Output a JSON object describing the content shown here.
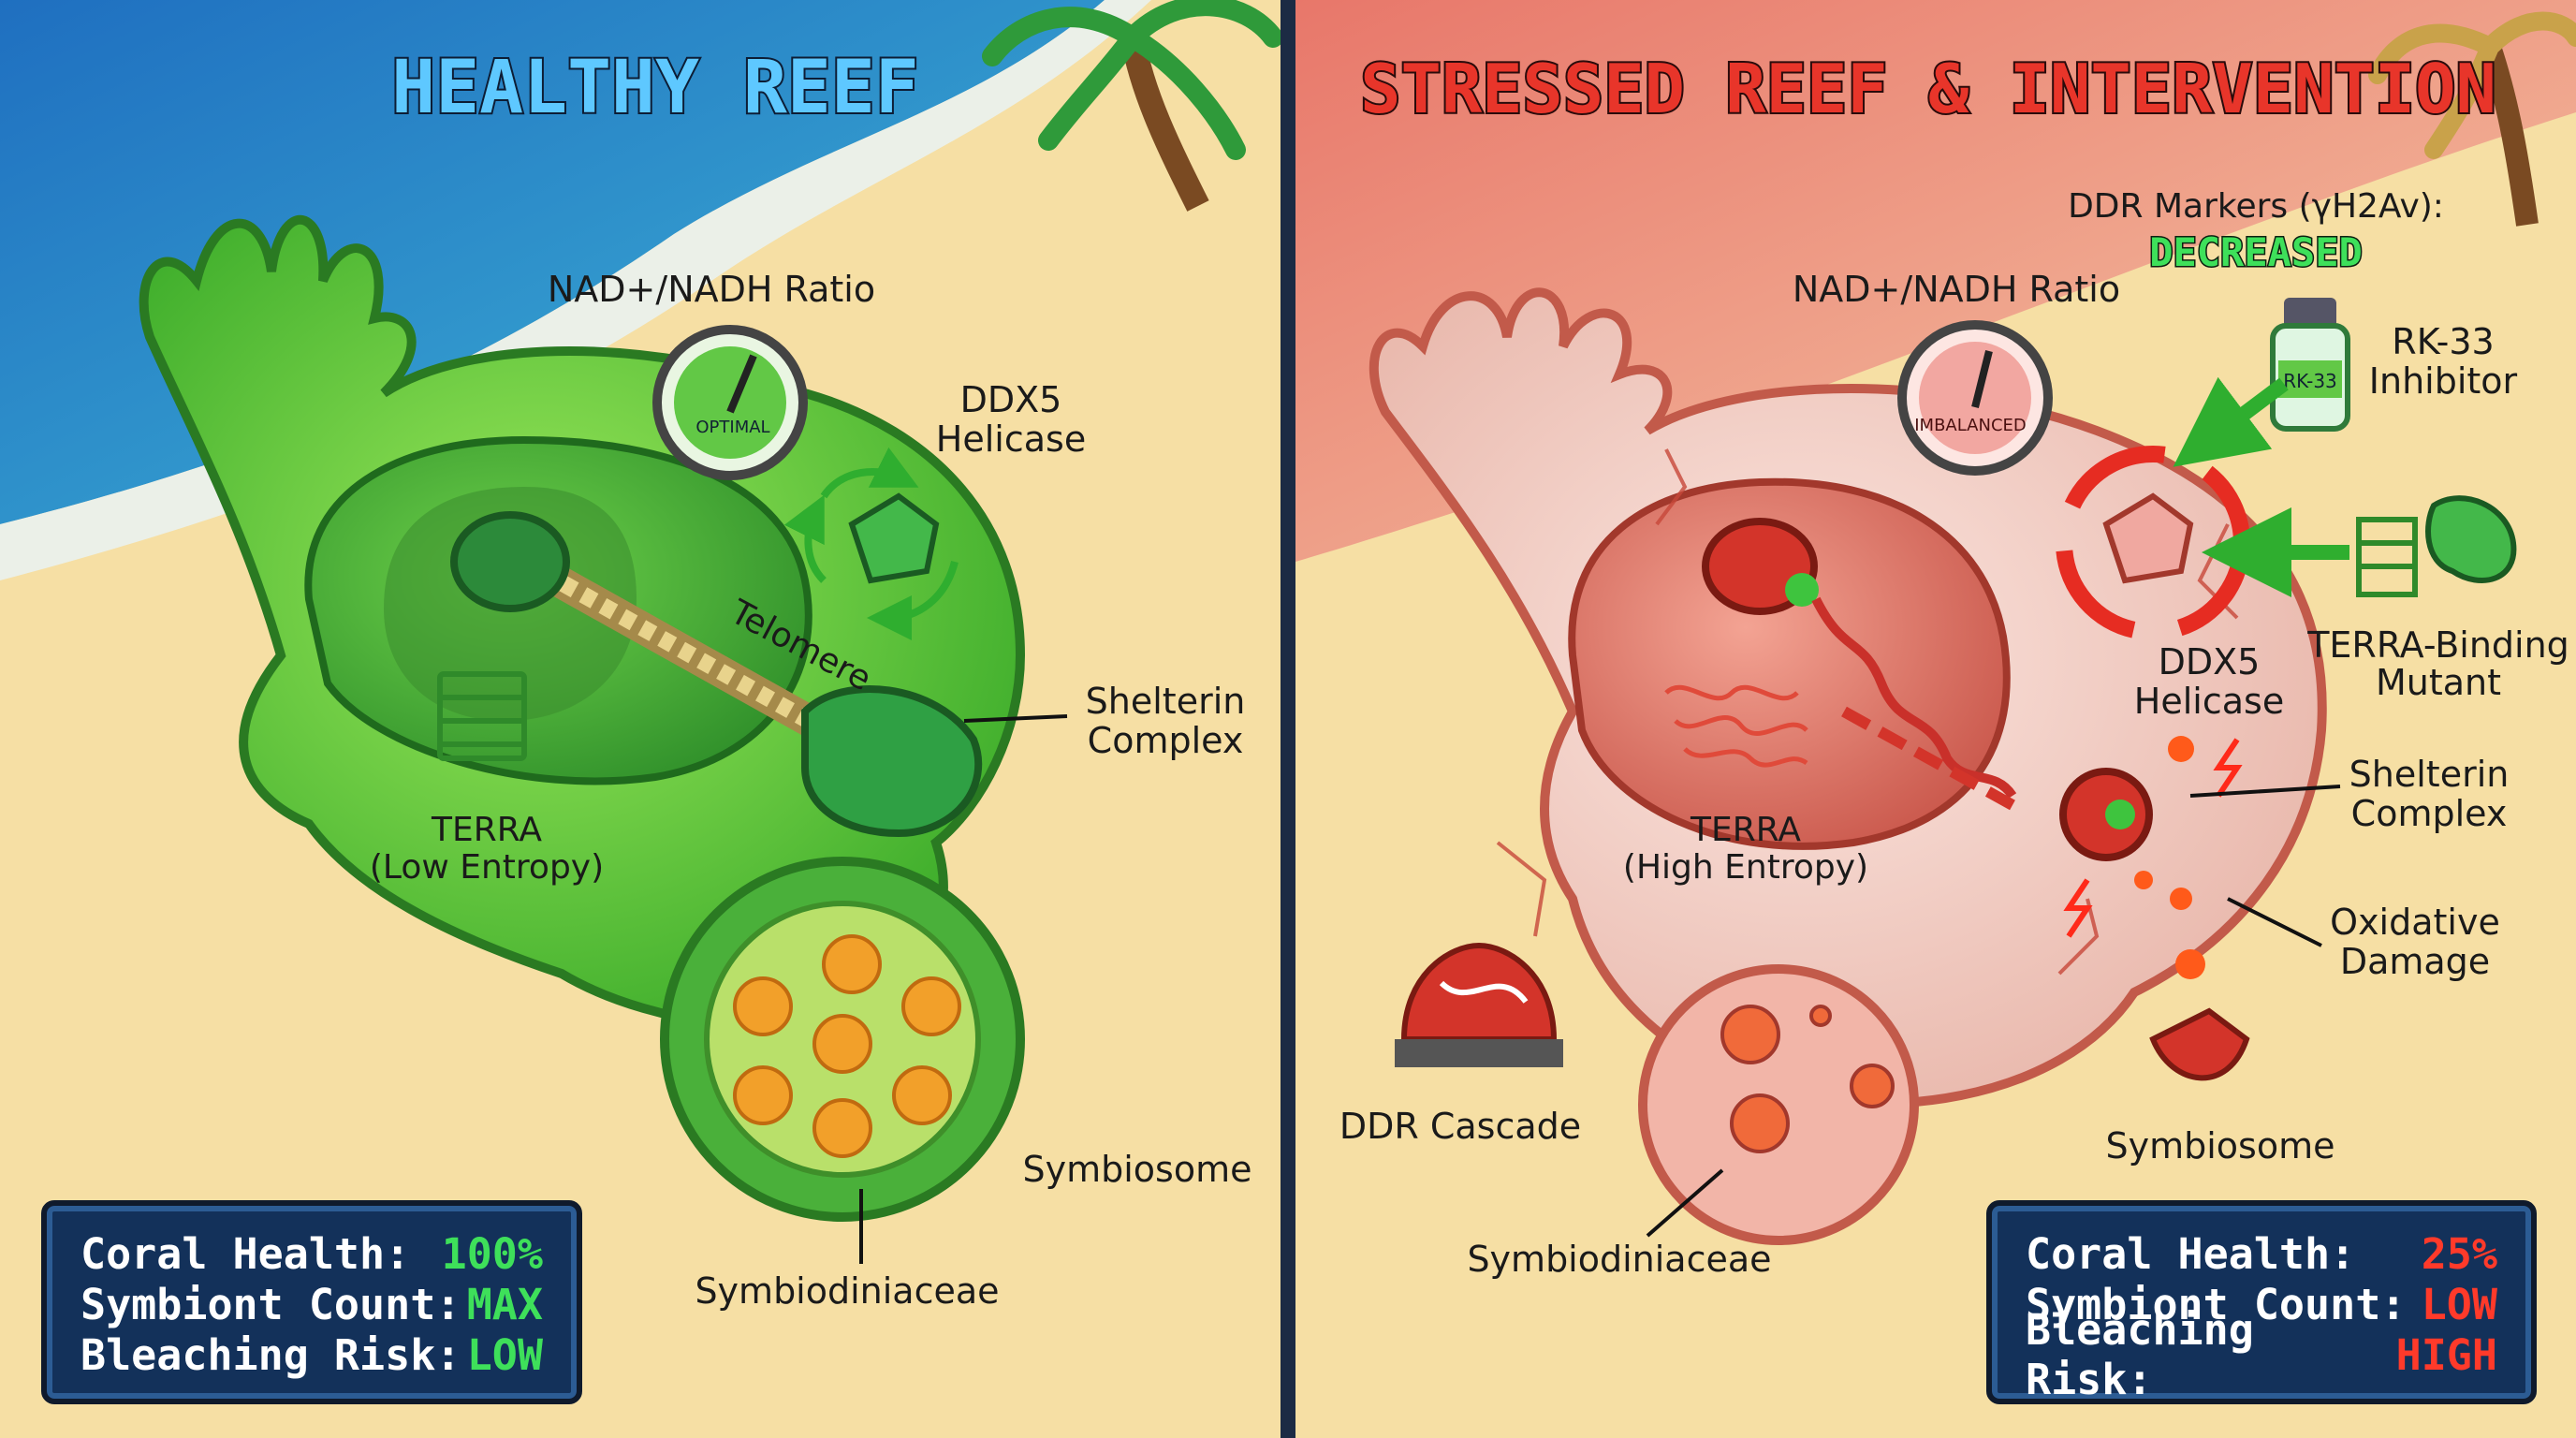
{
  "left_panel": {
    "title": "HEALTHY REEF",
    "labels": {
      "nad_ratio": "NAD+/NADH Ratio",
      "gauge": "OPTIMAL",
      "ddx5": [
        "DDX5",
        "Helicase"
      ],
      "telomere": "Telomere",
      "shelterin": [
        "Shelterin",
        "Complex"
      ],
      "terra": [
        "TERRA",
        "(Low Entropy)"
      ],
      "symbiosome": "Symbiosome",
      "symbiodiniaceae": "Symbiodiniaceae"
    },
    "stats": [
      {
        "key": "Coral Health:",
        "value": "100%"
      },
      {
        "key": "Symbiont Count:",
        "value": "MAX"
      },
      {
        "key": "Bleaching Risk:",
        "value": "LOW"
      }
    ],
    "colors": {
      "value": "#3ee05a",
      "title": "#5ec8ff"
    }
  },
  "right_panel": {
    "title": "STRESSED REEF & INTERVENTION",
    "labels": {
      "ddr_markers": "DDR Markers (γH2Av):",
      "ddr_status": "DECREASED",
      "nad_ratio": "NAD+/NADH Ratio",
      "gauge": "IMBALANCED",
      "vial": "RK-33",
      "rk33": [
        "RK-33",
        "Inhibitor"
      ],
      "terra_mutant": [
        "TERRA-Binding",
        "Mutant"
      ],
      "ddx5": [
        "DDX5",
        "Helicase"
      ],
      "shelterin": [
        "Shelterin",
        "Complex"
      ],
      "oxidative": [
        "Oxidative",
        "Damage"
      ],
      "terra": [
        "TERRA",
        "(High Entropy)"
      ],
      "ddr_cascade": "DDR Cascade",
      "symbiosome": "Symbiosome",
      "symbiodiniaceae": "Symbiodiniaceae"
    },
    "stats": [
      {
        "key": "Coral Health:",
        "value": "25%"
      },
      {
        "key": "Symbiont Count:",
        "value": "LOW"
      },
      {
        "key": "Bleaching Risk:",
        "value": "HIGH"
      }
    ],
    "colors": {
      "value": "#ff3a2a",
      "title": "#e8352a",
      "status": "#3ee05a"
    }
  }
}
